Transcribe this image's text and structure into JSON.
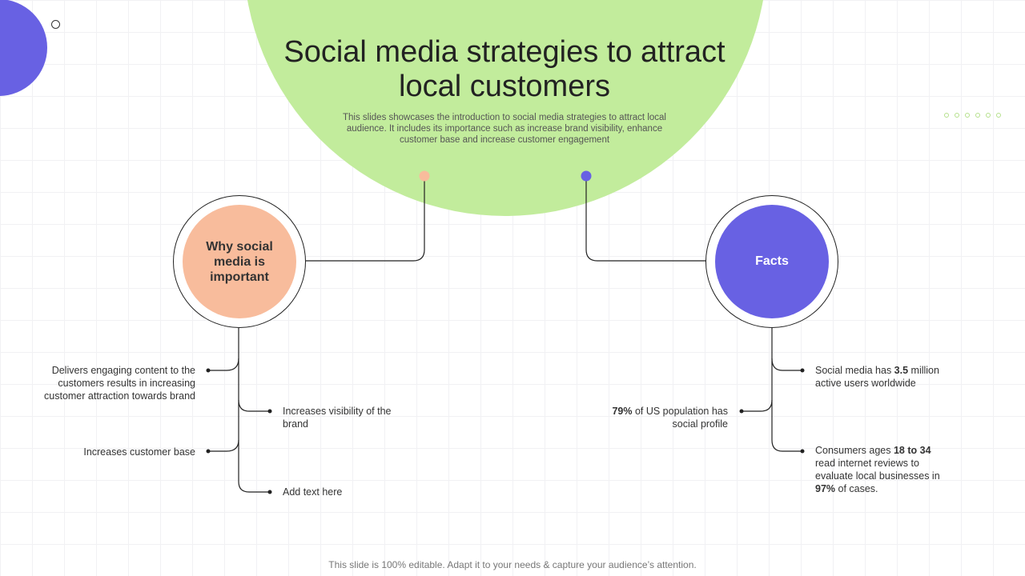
{
  "title": "Social media strategies to attract local customers",
  "subtitle": "This slides showcases the introduction to social media strategies to attract local audience. It includes its importance such as increase brand visibility, enhance customer base and increase customer engagement",
  "left_node": {
    "label": "Why social media is important",
    "items": [
      "Delivers engaging content to the customers results in increasing customer attraction towards brand",
      "Increases visibility of the brand",
      "Increases customer base",
      "Add text here"
    ]
  },
  "right_node": {
    "label": "Facts",
    "fact1": {
      "pre": "Social media has ",
      "bold": "3.5",
      "post": " million active users worldwide"
    },
    "fact2": {
      "bold": "79%",
      "post": " of US population has social profile"
    },
    "fact3": {
      "pre": "Consumers ages ",
      "bold1": "18 to 34",
      "mid": " read internet reviews to evaluate local businesses in ",
      "bold2": "97%",
      "post": " of cases."
    }
  },
  "footer": "This slide is 100% editable. Adapt it to your needs & capture your audience’s attention.",
  "colors": {
    "green": "#c2ec9c",
    "peach": "#f8bc9c",
    "blue": "#6861e3"
  }
}
